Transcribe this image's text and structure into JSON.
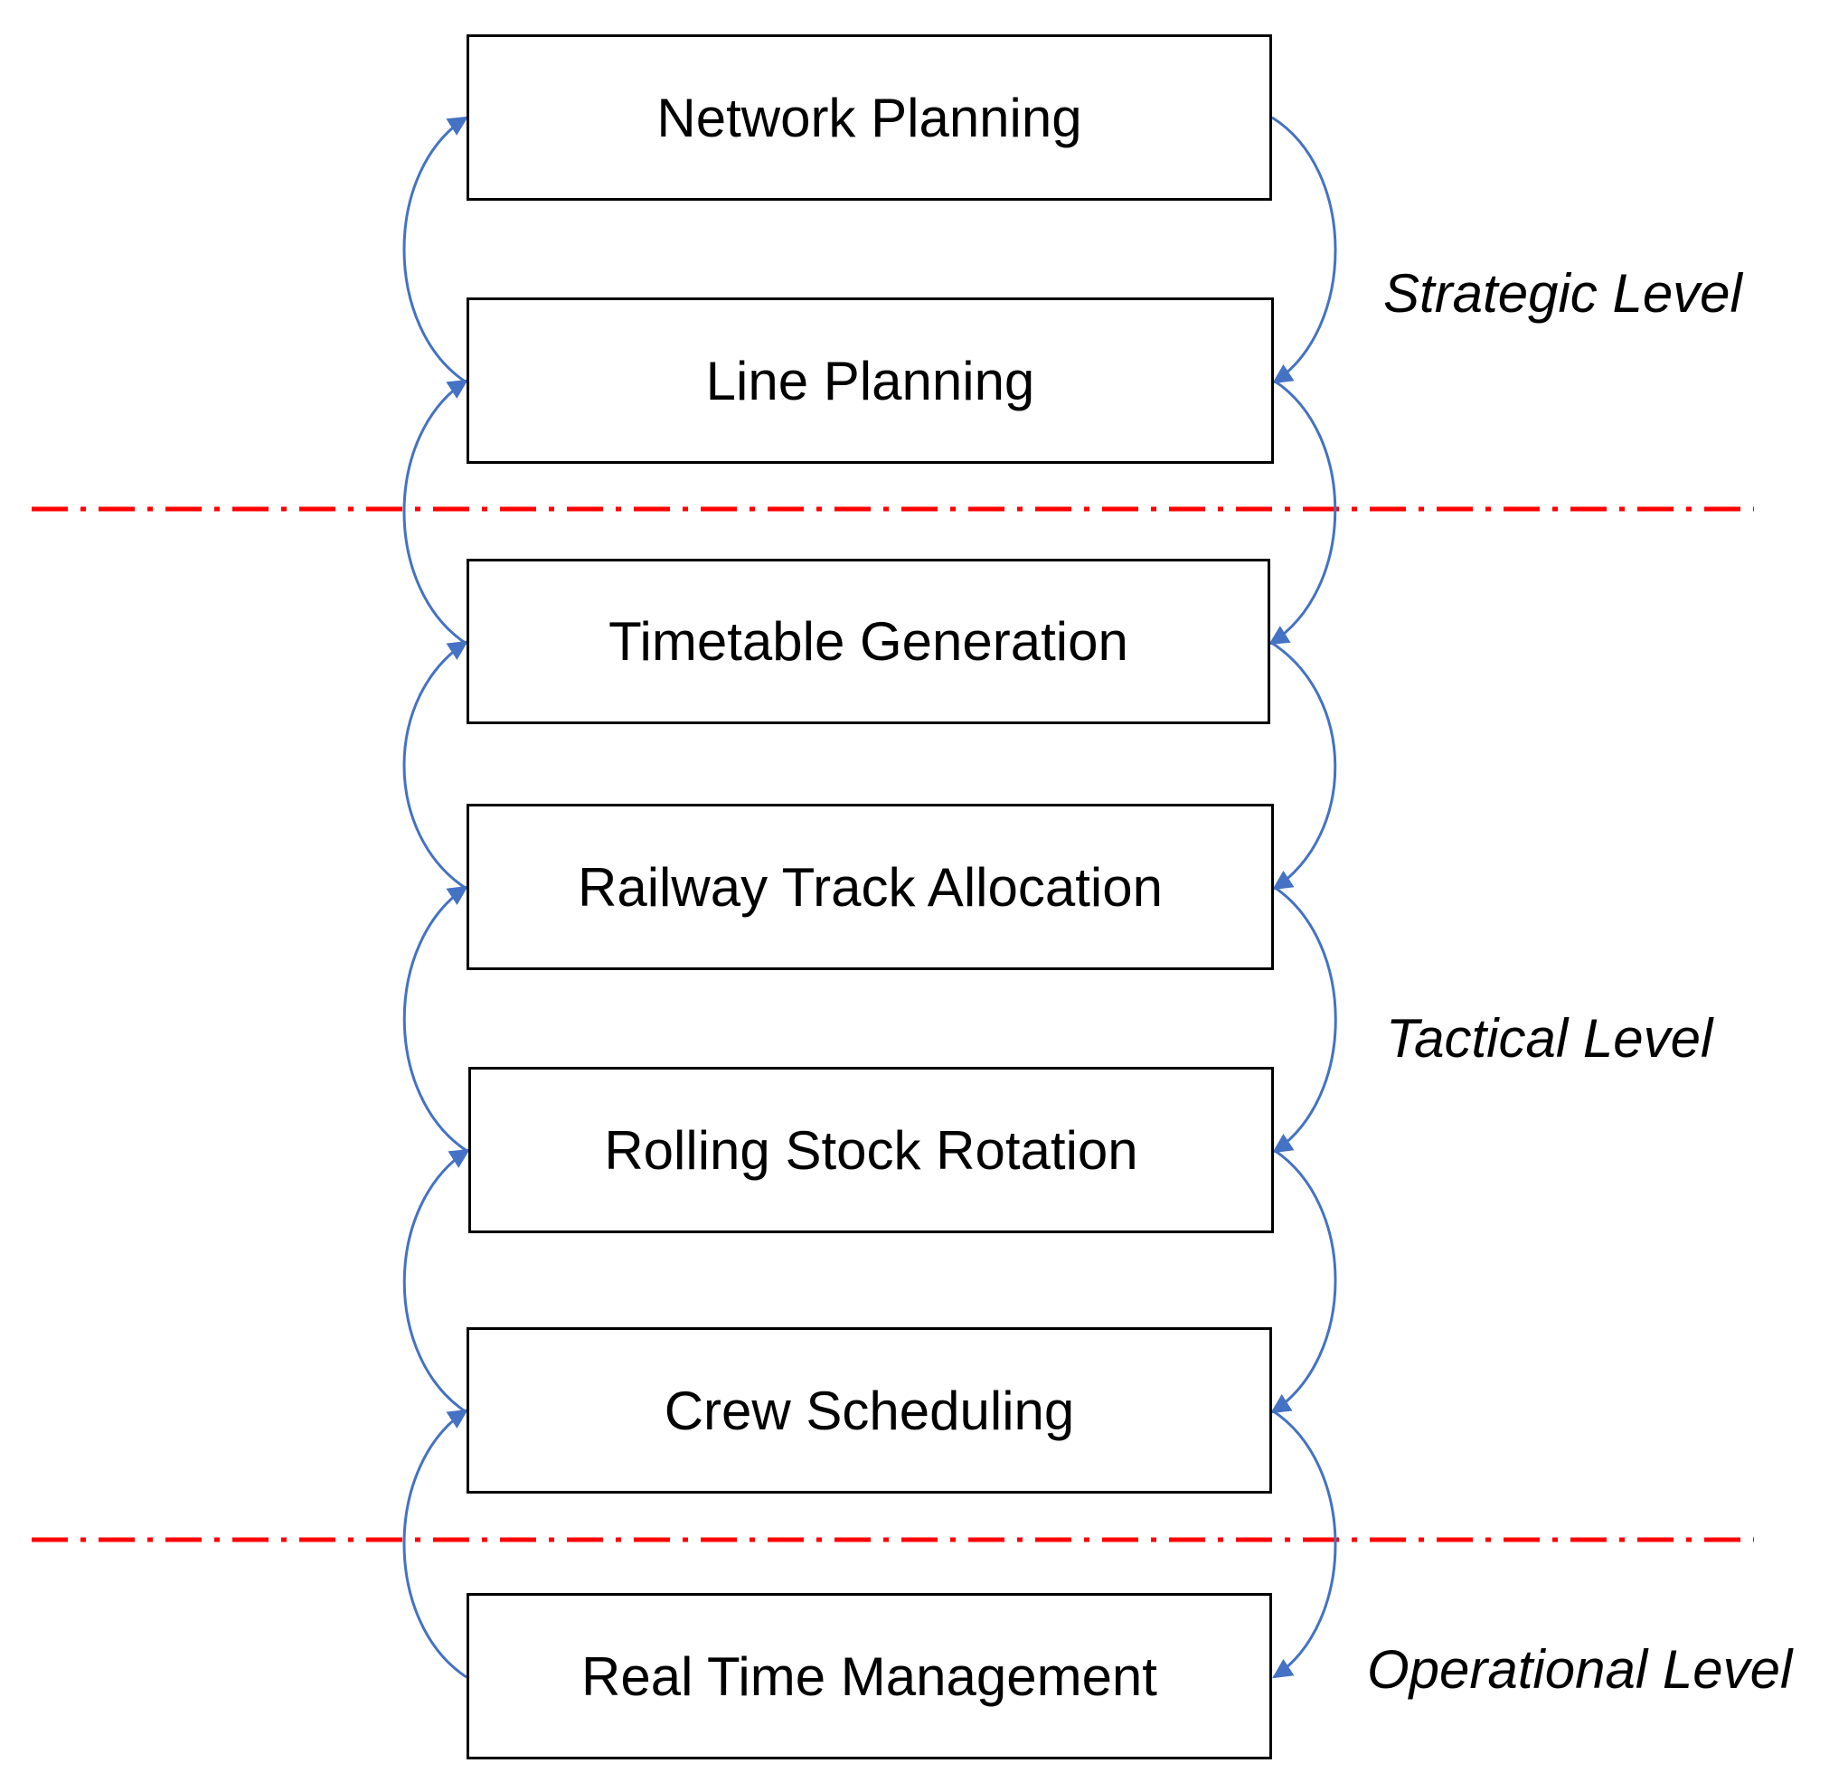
{
  "diagram": {
    "stages": [
      "Network Planning",
      "Line Planning",
      "Timetable Generation",
      "Railway Track Allocation",
      "Rolling Stock Rotation",
      "Crew Scheduling",
      "Real Time Management"
    ],
    "levels": {
      "strategic": "Strategic Level",
      "tactical": "Tactical Level",
      "operational": "Operational Level"
    },
    "colors": {
      "arrow": "#4472C4",
      "separator": "#FF0000",
      "box_border": "#000000"
    }
  }
}
